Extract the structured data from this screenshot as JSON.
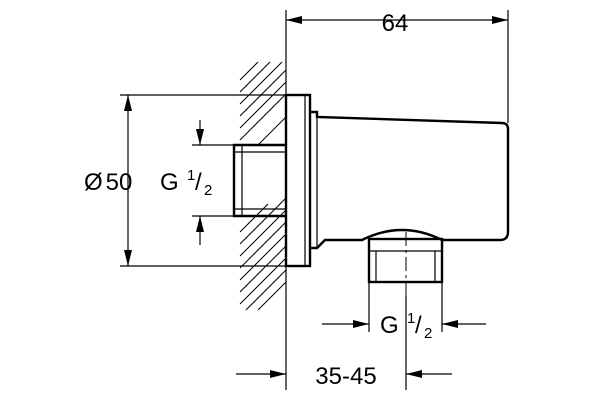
{
  "dimensions": {
    "overall_length": "64",
    "diameter_symbol": "Ø",
    "diameter_value": "50",
    "wall_thread": {
      "prefix": "G",
      "numerator": "1",
      "separator": "/",
      "denominator": "2"
    },
    "outlet_thread": {
      "prefix": "G",
      "numerator": "1",
      "separator": "/",
      "denominator": "2"
    },
    "wall_depth": "35-45"
  }
}
